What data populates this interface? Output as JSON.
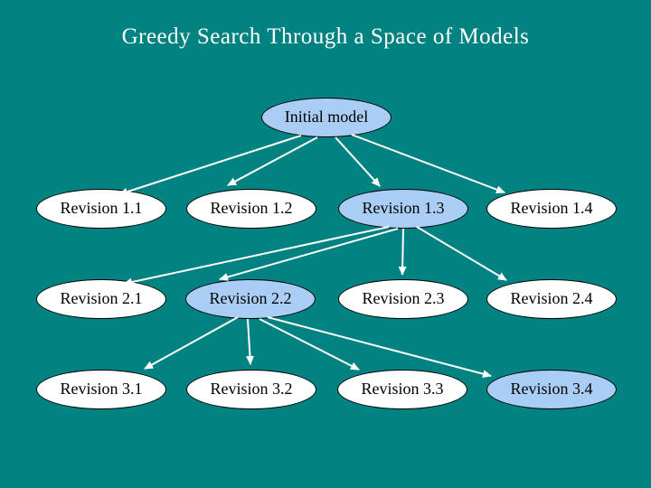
{
  "slide": {
    "title": "Greedy Search Through a Space of Models",
    "background_color": "#028280",
    "title_color": "#ffffff"
  },
  "diagram": {
    "node_fill_default": "#ffffff",
    "node_fill_highlighted": "#a9cdf4",
    "node_border_color": "#000000",
    "arrow_color": "#ffffff",
    "nodes": [
      {
        "id": "initial",
        "label": "Initial model",
        "highlighted": true
      },
      {
        "id": "r11",
        "label": "Revision 1.1",
        "highlighted": false
      },
      {
        "id": "r12",
        "label": "Revision 1.2",
        "highlighted": false
      },
      {
        "id": "r13",
        "label": "Revision 1.3",
        "highlighted": true
      },
      {
        "id": "r14",
        "label": "Revision 1.4",
        "highlighted": false
      },
      {
        "id": "r21",
        "label": "Revision 2.1",
        "highlighted": false
      },
      {
        "id": "r22",
        "label": "Revision 2.2",
        "highlighted": true
      },
      {
        "id": "r23",
        "label": "Revision 2.3",
        "highlighted": false
      },
      {
        "id": "r24",
        "label": "Revision 2.4",
        "highlighted": false
      },
      {
        "id": "r31",
        "label": "Revision 3.1",
        "highlighted": false
      },
      {
        "id": "r32",
        "label": "Revision 3.2",
        "highlighted": false
      },
      {
        "id": "r33",
        "label": "Revision 3.3",
        "highlighted": false
      },
      {
        "id": "r34",
        "label": "Revision 3.4",
        "highlighted": true
      }
    ],
    "edges": [
      {
        "from": "initial",
        "to": "r11"
      },
      {
        "from": "initial",
        "to": "r12"
      },
      {
        "from": "initial",
        "to": "r13"
      },
      {
        "from": "initial",
        "to": "r14"
      },
      {
        "from": "r13",
        "to": "r21"
      },
      {
        "from": "r13",
        "to": "r22"
      },
      {
        "from": "r13",
        "to": "r23"
      },
      {
        "from": "r13",
        "to": "r24"
      },
      {
        "from": "r22",
        "to": "r31"
      },
      {
        "from": "r22",
        "to": "r32"
      },
      {
        "from": "r22",
        "to": "r33"
      },
      {
        "from": "r22",
        "to": "r34"
      }
    ]
  }
}
